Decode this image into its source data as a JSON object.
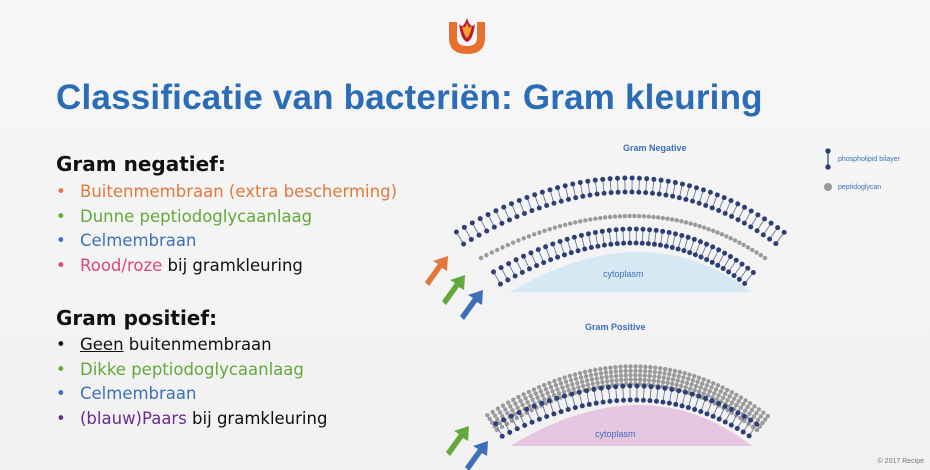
{
  "title": "Classificatie van bacteriën: Gram kleuring",
  "gram_negative": {
    "heading": "Gram negatief:",
    "items": [
      {
        "text": "Buitenmembraan (extra bescherming)"
      },
      {
        "text": "Dunne peptiodoglycaanlaag"
      },
      {
        "text": "Celmembraan"
      },
      {
        "highlight": "Rood/roze",
        "rest": " bij gramkleuring"
      }
    ]
  },
  "gram_positive": {
    "heading": "Gram positief:",
    "items": [
      {
        "underlined": "Geen",
        "rest": " buitenmembraan"
      },
      {
        "text": "Dikke peptiodoglycaanlaag"
      },
      {
        "text": "Celmembraan"
      },
      {
        "highlight": "(blauw)Paars",
        "rest": " bij gramkleuring"
      }
    ]
  },
  "diagram": {
    "neg_title": "Gram Negative",
    "pos_title": "Gram Positive",
    "cytoplasm_neg": "cytoplasm",
    "cytoplasm_pos": "cytoplasm",
    "legend_bilayer": "phospholipid bilayer",
    "legend_peptidoglycan": "peptidoglycan"
  },
  "copyright": "© 2017 Recipe",
  "colors": {
    "title": "#2b6cb6",
    "orange": "#e2773c",
    "green": "#63a83a",
    "blue": "#3d6fb9",
    "pink": "#e0457a",
    "purple": "#6a2d91",
    "lipid_head": "#2e3f78",
    "peptidoglycan": "#9a9a9a"
  }
}
